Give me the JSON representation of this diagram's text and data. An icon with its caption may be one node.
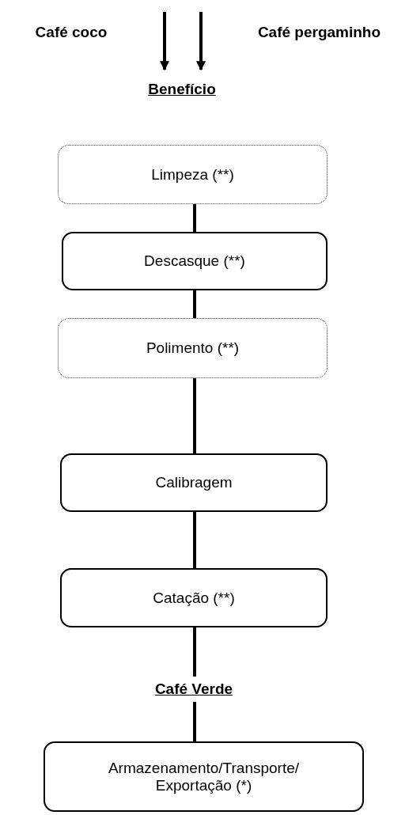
{
  "diagram": {
    "nodes": [
      {
        "text": [
          "Café coco"
        ]
      },
      {
        "text": [
          "Café pergaminho"
        ]
      },
      {
        "text": [
          "Benefício"
        ]
      },
      {
        "text": [
          "Limpeza (**)"
        ]
      },
      {
        "text": [
          "Descasque (**)"
        ]
      },
      {
        "text": [
          "Polimento (**)"
        ]
      },
      {
        "text": [
          "Calibragem"
        ]
      },
      {
        "text": [
          "Catação (**)"
        ]
      },
      {
        "text": [
          "Café Verde"
        ]
      },
      {
        "text": [
          "Armazenamento/Transporte/ Exportação (*)"
        ]
      }
    ],
    "edges": [
      {
        "from": null,
        "to": 2,
        "arrow": "to"
      },
      {
        "from": null,
        "to": 2,
        "arrow": "to"
      },
      {
        "from": 3,
        "to": 4,
        "arrow": "none"
      },
      {
        "from": 4,
        "to": 5,
        "arrow": "none"
      },
      {
        "from": 5,
        "to": 6,
        "arrow": "none"
      },
      {
        "from": 6,
        "to": 7,
        "arrow": "none"
      },
      {
        "from": 7,
        "to": 8,
        "arrow": "none"
      },
      {
        "from": 8,
        "to": 9,
        "arrow": "none"
      }
    ]
  }
}
